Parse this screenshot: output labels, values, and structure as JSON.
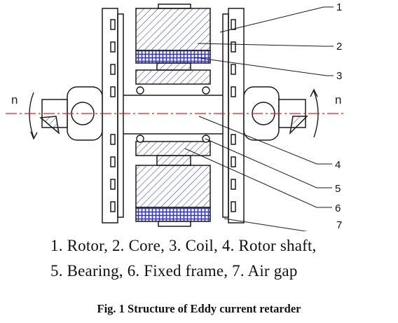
{
  "part_numbers": [
    "1",
    "2",
    "3",
    "4",
    "5",
    "6",
    "7"
  ],
  "rotation_symbol": "n",
  "caption": {
    "line1": "1. Rotor, 2. Core, 3. Coil, 4. Rotor shaft,",
    "line2": "5. Bearing, 6. Fixed frame, 7. Air gap"
  },
  "figure_title": "Fig. 1 Structure of Eddy current retarder",
  "colors": {
    "outline": "#1a1a1a",
    "hatch": "#3b3bd0",
    "centerline": "#e02020",
    "coil": "#3535c8"
  }
}
